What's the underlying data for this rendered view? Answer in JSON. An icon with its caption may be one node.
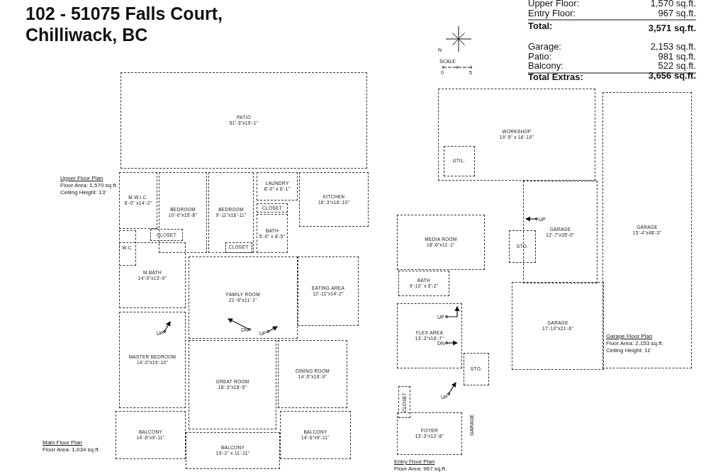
{
  "diagram": {
    "title": "102 - 51075 Falls Court, Chilliwack, BC",
    "nodes": [
      {
        "text": [
          "PATIO",
          "51'-3\"x19'-1\""
        ]
      },
      {
        "text": [
          "M.W.I.C.",
          "8'-0\" x14'-2\""
        ]
      },
      {
        "text": [
          "BEDROOM",
          "10'-0\"x15'-8\""
        ]
      },
      {
        "text": [
          "BEDROOM",
          "9'-11\"x16'-11\""
        ]
      },
      {
        "text": [
          "LAUNDRY",
          "8'-0\" x 6'-1\""
        ]
      },
      {
        "text": [
          "CLOSET"
        ]
      },
      {
        "text": [
          "BATH",
          "5'-9\" x 8'-5\""
        ]
      },
      {
        "text": [
          "KITCHEN",
          "16'-3\"x16'-10\""
        ]
      },
      {
        "text": [
          "CLOSET"
        ]
      },
      {
        "text": [
          "W.C."
        ]
      },
      {
        "text": [
          "CLOSET"
        ],
        "in": 3
      },
      {
        "text": [
          "M.BATH",
          "14'-0\"x13'-9\""
        ]
      },
      {
        "text": [
          "FAMILY ROOM",
          "21'-9\"x11'-1\""
        ]
      },
      {
        "text": [
          "EATING AREA",
          "12'-11\"x14'-2\""
        ]
      },
      {
        "text": [
          "MASTER BEDROOM",
          "14'-0\"x19'-10\""
        ]
      },
      {
        "text": [
          "GREAT ROOM",
          "18'-3\"x18'-5\""
        ]
      },
      {
        "text": [
          "DINING ROOM",
          "14'-5\"x16'-9\""
        ]
      },
      {
        "text": [
          "BALCONY",
          "14'-6\"x9'-11\""
        ]
      },
      {
        "text": [
          "BALCONY",
          "14'-6\"x9'-11\""
        ]
      },
      {
        "text": [
          "BALCONY",
          "19'-2\" x 11'-11\""
        ]
      },
      {
        "text": [
          "WORKSHOP",
          "19'-5\" x 16'-10\""
        ]
      },
      {
        "text": [
          "UTIL."
        ],
        "in": 20
      },
      {
        "text": [
          "GARAGE",
          "12'-7\"x35'-0\""
        ]
      },
      {
        "text": [
          "GARAGE",
          "15'-4\"x48'-3\""
        ]
      },
      {
        "text": [
          "MEDIA ROOM",
          "18'-6\"x11'-1\""
        ]
      },
      {
        "text": [
          "BATH",
          "9'-10\" x 5'-2\""
        ]
      },
      {
        "text": [
          "STO."
        ]
      },
      {
        "text": [
          "GARAGE",
          "17'-10\"x21'-6\""
        ]
      },
      {
        "text": [
          "FLEX AREA",
          "13'-3\"x16'-7\""
        ]
      },
      {
        "text": [
          "STO."
        ]
      },
      {
        "text": [
          "CLOSET"
        ]
      },
      {
        "text": [
          "FOYER",
          "13'-3\"x12'-8\""
        ]
      }
    ],
    "labels": [
      "Upper Floor:",
      "1,570 sq.ft.",
      "Entry Floor:",
      "967 sq.ft.",
      "Total:",
      "3,571 sq.ft.",
      "N",
      "SCALE",
      "0",
      "5",
      "Garage:",
      "2,153 sq.ft.",
      "Patio:",
      "981 sq.ft.",
      "Balcony:",
      "522 sq.ft.",
      "Total Extras:",
      "3,656 sq.ft.",
      "Upper Floor Plan",
      "Floor Area: 1,570 sq.ft.",
      "Ceiling Height: 13'",
      "UP",
      "DN",
      "UP",
      "UP",
      "UP",
      "DN",
      "Garage Floor Plan",
      "Floor Area: 2,153 sq.ft.",
      "Ceiling Height: 11'",
      "UP",
      "GARAGE",
      "Main Floor Plan",
      "Floor Area: 1,034 sq.ft.",
      "Entry Floor Plan",
      "Floor Area: 967 sq.ft."
    ]
  }
}
